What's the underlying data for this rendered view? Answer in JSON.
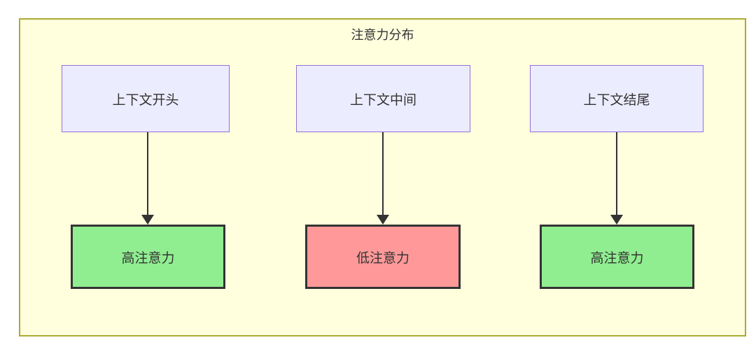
{
  "diagram": {
    "type": "flowchart",
    "title": "注意力分布",
    "columns": [
      {
        "source_label": "上下文开头",
        "target_label": "高注意力",
        "attention": "high"
      },
      {
        "source_label": "上下文中间",
        "target_label": "低注意力",
        "attention": "low"
      },
      {
        "source_label": "上下文结尾",
        "target_label": "高注意力",
        "attention": "high"
      }
    ],
    "colors": {
      "cluster_fill": "#ffffde",
      "cluster_border": "#aaaa33",
      "source_node_fill": "#ececff",
      "source_node_border": "#9370db",
      "high_attention_fill": "#90ee90",
      "low_attention_fill": "#ff9999",
      "target_node_border": "#333333",
      "arrow_color": "#333333",
      "text_color": "#333333"
    }
  }
}
